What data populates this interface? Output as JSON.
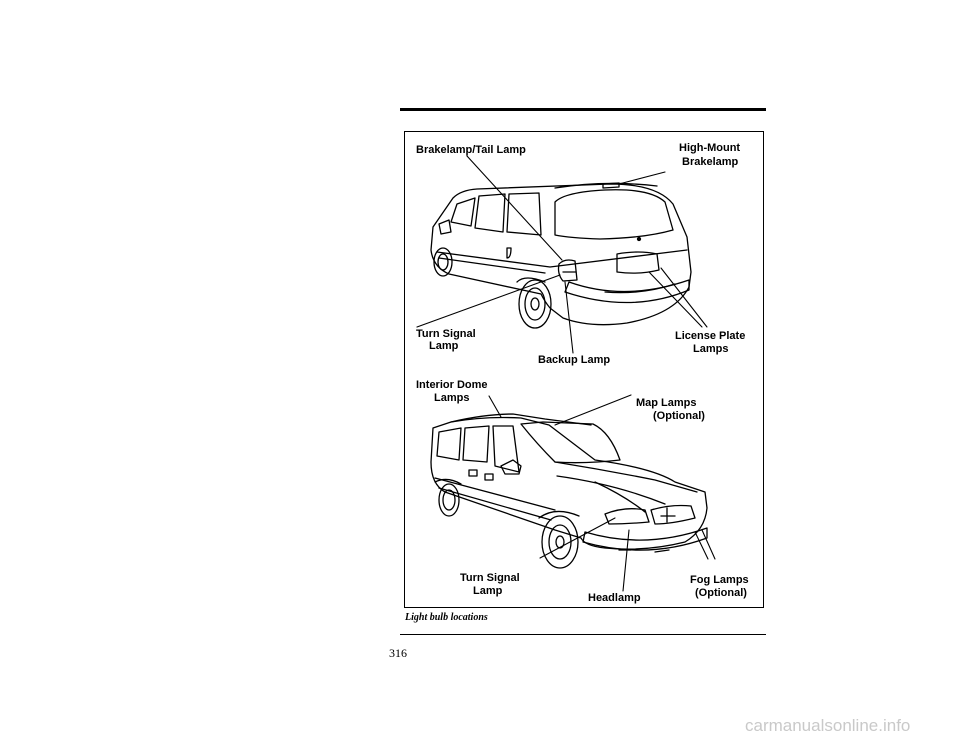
{
  "figure": {
    "caption": "Light bulb locations",
    "rear_view": {
      "labels": {
        "brakelamp_tail": "Brakelamp/Tail Lamp",
        "high_mount_1": "High-Mount",
        "high_mount_2": "Brakelamp",
        "turn_signal_1": "Turn Signal",
        "turn_signal_2": "Lamp",
        "backup": "Backup Lamp",
        "license_1": "License Plate",
        "license_2": "Lamps"
      }
    },
    "front_view": {
      "labels": {
        "interior_dome_1": "Interior Dome",
        "interior_dome_2": "Lamps",
        "map_1": "Map Lamps",
        "map_2": "(Optional)",
        "turn_signal_1": "Turn Signal",
        "turn_signal_2": "Lamp",
        "headlamp": "Headlamp",
        "fog_1": "Fog Lamps",
        "fog_2": "(Optional)"
      }
    }
  },
  "page_number": "316",
  "watermark": "carmanualsonline.info"
}
